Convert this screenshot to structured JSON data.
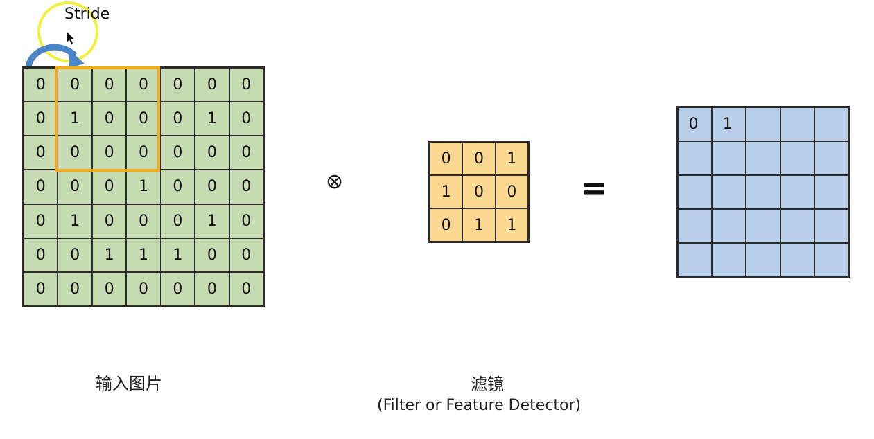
{
  "colors": {
    "input_fill": "#c6dbb2",
    "filter_fill": "#fcd991",
    "output_fill": "#b9cfe9",
    "window": "#f0ad1b",
    "stride_arrow": "#4a86c6",
    "highlight_circle": "#f2f03c"
  },
  "stride": {
    "label": "Stride",
    "arrow_icon": "curved-arrow-icon",
    "cursor_icon": "mouse-pointer-icon"
  },
  "input_image": {
    "caption": "输入图片",
    "rows": [
      [
        "0",
        "0",
        "0",
        "0",
        "0",
        "0",
        "0"
      ],
      [
        "0",
        "1",
        "0",
        "0",
        "0",
        "1",
        "0"
      ],
      [
        "0",
        "0",
        "0",
        "0",
        "0",
        "0",
        "0"
      ],
      [
        "0",
        "0",
        "0",
        "1",
        "0",
        "0",
        "0"
      ],
      [
        "0",
        "1",
        "0",
        "0",
        "0",
        "1",
        "0"
      ],
      [
        "0",
        "0",
        "1",
        "1",
        "1",
        "0",
        "0"
      ],
      [
        "0",
        "0",
        "0",
        "0",
        "0",
        "0",
        "0"
      ]
    ]
  },
  "operator": "⊗",
  "filter": {
    "caption": "滤镜",
    "subcaption": "(Filter or Feature Detector)",
    "rows": [
      [
        "0",
        "0",
        "1"
      ],
      [
        "1",
        "0",
        "0"
      ],
      [
        "0",
        "1",
        "1"
      ]
    ]
  },
  "equals": "=",
  "feature_map": {
    "rows": [
      [
        "0",
        "1",
        "",
        "",
        ""
      ],
      [
        "",
        "",
        "",
        "",
        ""
      ],
      [
        "",
        "",
        "",
        "",
        ""
      ],
      [
        "",
        "",
        "",
        "",
        ""
      ],
      [
        "",
        "",
        "",
        "",
        ""
      ]
    ]
  }
}
